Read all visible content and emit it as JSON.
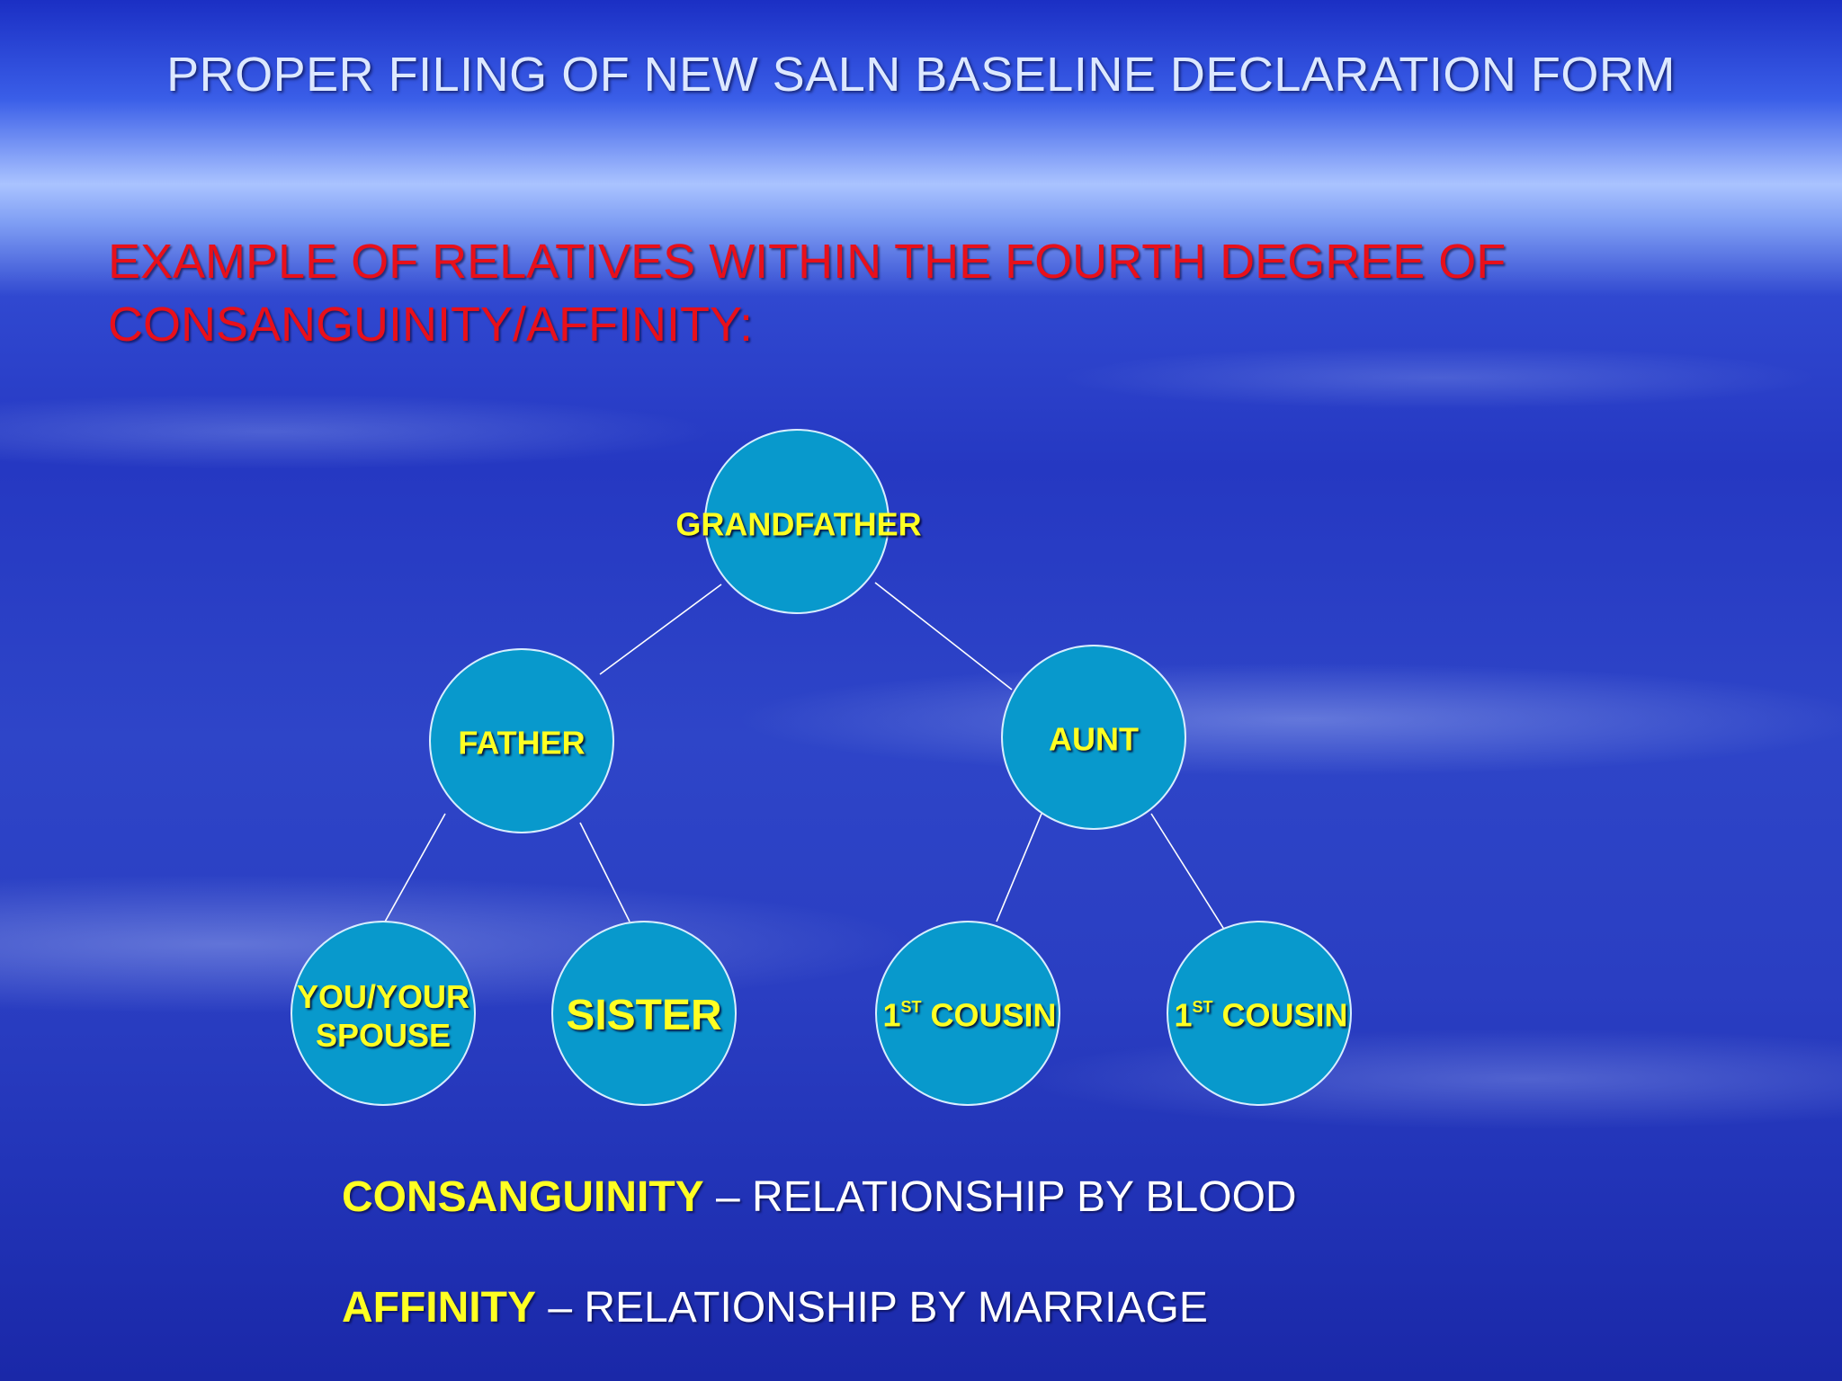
{
  "slide": {
    "title": "PROPER FILING OF NEW SALN BASELINE DECLARATION FORM",
    "subtitle_line1": "EXAMPLE OF RELATIVES WITHIN THE FOURTH DEGREE OF",
    "subtitle_line2": "CONSANGUINITY/AFFINITY:"
  },
  "tree": {
    "grandfather": "GRANDFATHER",
    "father": "FATHER",
    "aunt": "AUNT",
    "you_line1": "YOU/YOUR",
    "you_line2": "SPOUSE",
    "sister": "SISTER",
    "cousin1_num": "1",
    "cousin1_sup": "ST",
    "cousin1_text": " COUSIN",
    "cousin2_num": "1",
    "cousin2_sup": "ST",
    "cousin2_text": " COUSIN"
  },
  "legend": {
    "consanguinity_term": "CONSANGUINITY",
    "consanguinity_def": " – RELATIONSHIP BY BLOOD",
    "affinity_term": "AFFINITY",
    "affinity_def": " – RELATIONSHIP BY MARRIAGE"
  },
  "colors": {
    "node_fill": "#0899cc",
    "node_text": "#ffff22",
    "subtitle": "#e8101a"
  }
}
